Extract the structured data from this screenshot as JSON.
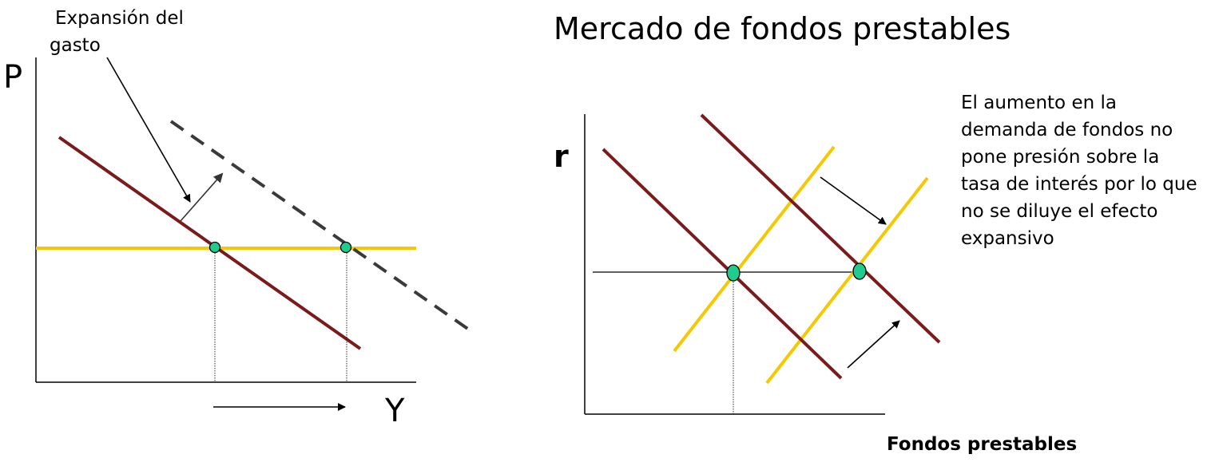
{
  "left_diagram": {
    "annotation": [
      "Expansión del",
      "gasto"
    ],
    "y_axis_label": "P",
    "x_axis_label": "Y"
  },
  "right_diagram": {
    "title": "Mercado de fondos prestables",
    "y_axis_label": "r",
    "x_axis_label": "Fondos prestables",
    "note": [
      "El aumento en la",
      "demanda de fondos no",
      "pone presión sobre la",
      "tasa de interés por lo que",
      "no se diluye el efecto",
      "expansivo"
    ]
  },
  "colors": {
    "demand_curve": "#7b1a1a",
    "supply_curve": "#f5c800",
    "shifted_curve_dashed": "#3a3a3a",
    "equilibrium_point": "#1fcc8e",
    "axis": "#000000"
  }
}
